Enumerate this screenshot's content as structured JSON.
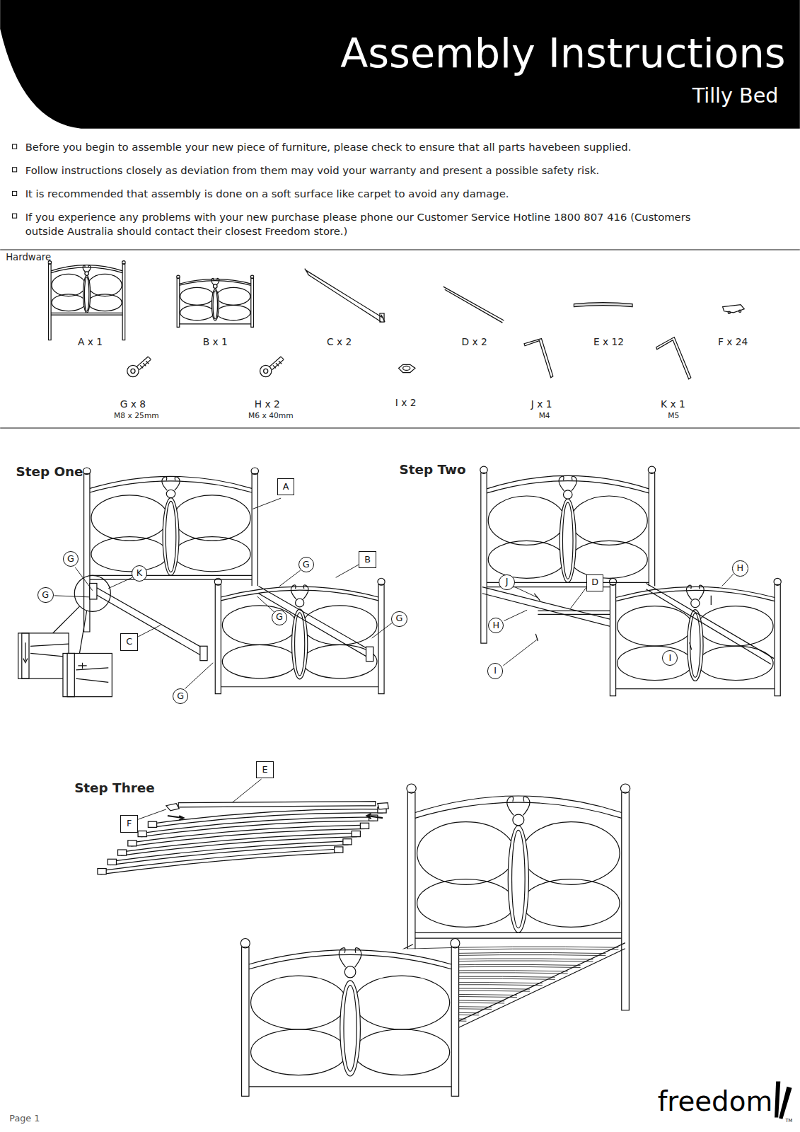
{
  "diagram": {
    "title": "Assembly Instructions",
    "nodes": [
      {
        "text": [
          "A"
        ]
      },
      {
        "text": [
          "G"
        ]
      },
      {
        "text": [
          "K"
        ]
      },
      {
        "text": [
          "G"
        ]
      },
      {
        "text": [
          "G"
        ]
      },
      {
        "text": [
          "B"
        ]
      },
      {
        "text": [
          "G"
        ]
      },
      {
        "text": [
          "G"
        ]
      },
      {
        "text": [
          "C"
        ]
      },
      {
        "text": [
          "G"
        ]
      },
      {
        "text": [
          "J"
        ]
      },
      {
        "text": [
          "D"
        ]
      },
      {
        "text": [
          "H"
        ]
      },
      {
        "text": [
          "H"
        ]
      },
      {
        "text": [
          "I"
        ]
      },
      {
        "text": [
          "I"
        ]
      },
      {
        "text": [
          "E"
        ]
      },
      {
        "text": [
          "F"
        ]
      }
    ],
    "labels": [
      "Tilly Bed",
      "Before you begin to assemble your new piece of furniture, please check to ensure that all parts havebeen supplied.",
      "Follow instructions closely as deviation from them may void your warranty and present a possible safety risk.",
      "It is recommended that assembly is done on a soft surface like carpet to avoid any damage.",
      "If you experience any problems with your new purchase please phone our Customer Service Hotline 1800 807 416 (Customers outside Australia should contact their closest Freedom store.)",
      "Hardware",
      "A x 1",
      "B x 1",
      "C x 2",
      "D x 2",
      "E x 12",
      "F x 24",
      "G x 8",
      "M8 x 25mm",
      "H x 2",
      "M6 x 40mm",
      "I x 2",
      "J x 1",
      "M4",
      "K x 1",
      "M5",
      "Step One",
      "Step Two",
      "Step Three",
      "Page 1",
      "freedom",
      "TM"
    ]
  }
}
